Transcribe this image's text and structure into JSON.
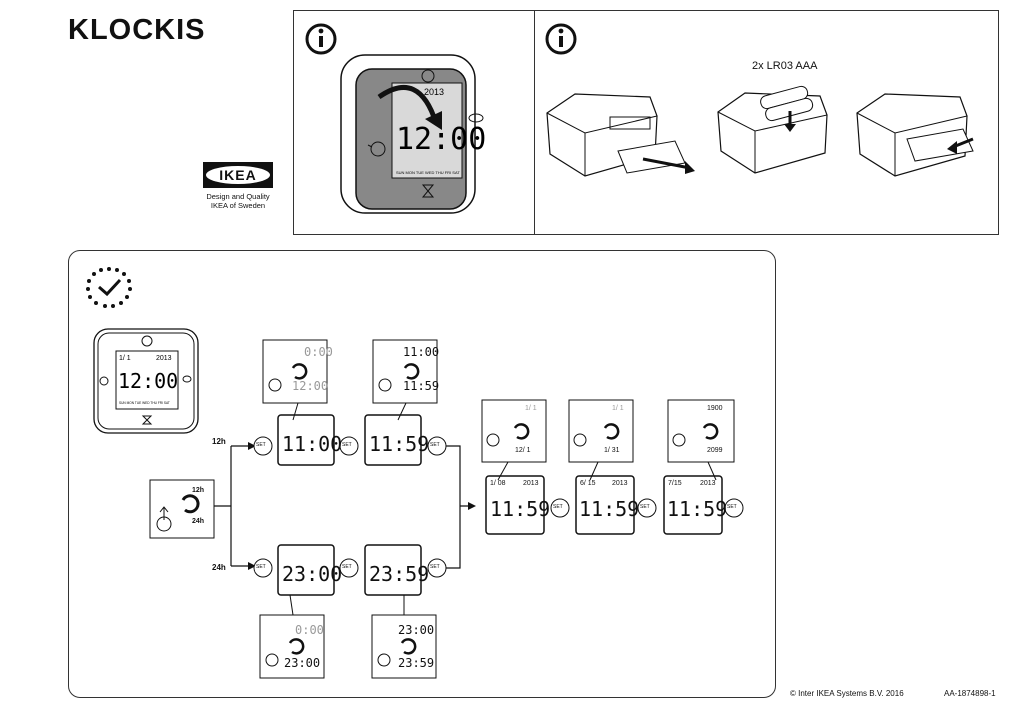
{
  "document": {
    "title": "KLOCKIS",
    "brand": "IKEA",
    "brand_tagline_1": "Design and Quality",
    "brand_tagline_2": "IKEA of Sweden"
  },
  "battery_panel": {
    "battery_label": "2x LR03 AAA"
  },
  "display_defaults": {
    "date": "1/  1",
    "year": "2013",
    "time": "12:00",
    "weekdays": "SUN MON TUE WED THU FRI SAT"
  },
  "setting": {
    "format_12h": "12h",
    "format_24h": "24h",
    "set_label": "SET",
    "h12_hour_before": "0:00",
    "h12_hour_after": "12:00",
    "h12_screen_hour": "11:00",
    "h12_min_before": "11:00",
    "h12_min_after": "11:59",
    "h12_screen_min": "11:59",
    "h24_screen_hour": "23:00",
    "h24_hour_before": "0:00",
    "h24_hour_after": "23:00",
    "h24_screen_min": "23:59",
    "h24_min_before": "23:00",
    "h24_min_after": "23:59",
    "date_screen_1": "11:59",
    "date_screen_1_date": "1/ 08",
    "date_screen_1_year": "2013",
    "date_popup_1_top": "1/ 1",
    "date_popup_1_bottom": "12/ 1",
    "date_screen_2": "11:59",
    "date_screen_2_date": "6/ 15",
    "date_screen_2_year": "2013",
    "date_popup_2_top": "1/ 1",
    "date_popup_2_bottom": "1/ 31",
    "date_screen_3": "11:59",
    "date_screen_3_date": "7/15",
    "date_screen_3_year": "2013",
    "date_popup_3_top": "1900",
    "date_popup_3_bottom": "2099"
  },
  "footer": {
    "copyright": "© Inter IKEA Systems B.V. 2016",
    "doc_id": "AA-1874898-1"
  }
}
